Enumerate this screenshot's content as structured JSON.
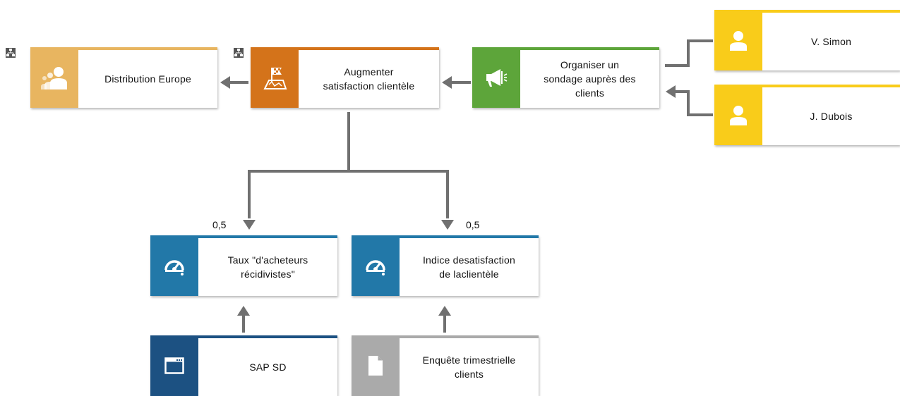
{
  "diagram": {
    "nodes": {
      "distribution": {
        "label": "Distribution Europe",
        "type": "org-unit",
        "icon": "group-icon",
        "color": "#e8b560"
      },
      "objective": {
        "label": "Augmenter\nsatisfaction clientèle",
        "type": "objective",
        "icon": "flag-map-icon",
        "color": "#d4731a"
      },
      "activity": {
        "label": "Organiser un\nsondage auprès des\nclients",
        "type": "activity",
        "icon": "megaphone-icon",
        "color": "#5da53a"
      },
      "simon": {
        "label": "V. Simon",
        "type": "person",
        "icon": "person-icon",
        "color": "#f9cc1a"
      },
      "dubois": {
        "label": "J. Dubois",
        "type": "person",
        "icon": "person-icon",
        "color": "#f9cc1a"
      },
      "kpi1": {
        "label": "Taux \"d'acheteurs\nrécidivistes\"",
        "type": "kpi",
        "icon": "gauge-icon",
        "color": "#2278a8"
      },
      "kpi2": {
        "label": "Indice desatisfaction\nde laclientèle",
        "type": "kpi",
        "icon": "gauge-icon",
        "color": "#2278a8"
      },
      "sap": {
        "label": "SAP SD",
        "type": "application",
        "icon": "window-icon",
        "color": "#1c5182"
      },
      "survey": {
        "label": "Enquête trimestrielle\nclients",
        "type": "document",
        "icon": "document-icon",
        "color": "#aaaaaa"
      }
    },
    "weights": {
      "kpi1": "0,5",
      "kpi2": "0,5"
    }
  }
}
